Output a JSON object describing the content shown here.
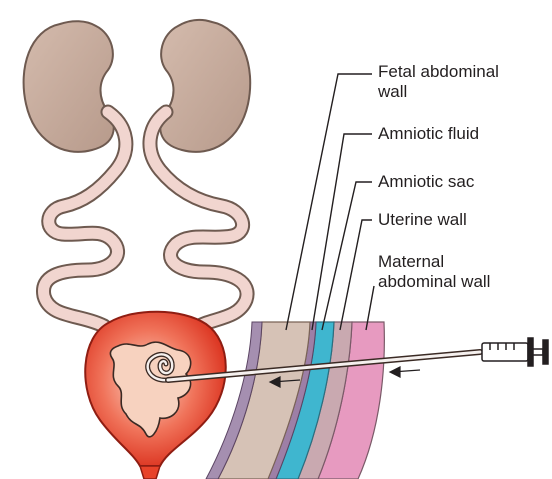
{
  "labels": {
    "fetal_abdominal_wall_1": "Fetal abdominal",
    "fetal_abdominal_wall_2": "wall",
    "amniotic_fluid": "Amniotic fluid",
    "amniotic_sac": "Amniotic sac",
    "uterine_wall": "Uterine wall",
    "maternal_abdominal_wall_1": "Maternal",
    "maternal_abdominal_wall_2": "abdominal wall"
  },
  "colors": {
    "kidney": "#c4a89a",
    "ureter": "#f1d5cf",
    "bladder_outer": "#e8432a",
    "bladder_inner": "#f7d2bf",
    "fetal_wall": "#d6c2b6",
    "amniotic_fluid": "#3fb6cf",
    "amniotic_sac": "#9d7fa6",
    "uterine_wall": "#c9a9b0",
    "maternal_wall": "#e79ac0",
    "leader_lines": "#231f20"
  }
}
